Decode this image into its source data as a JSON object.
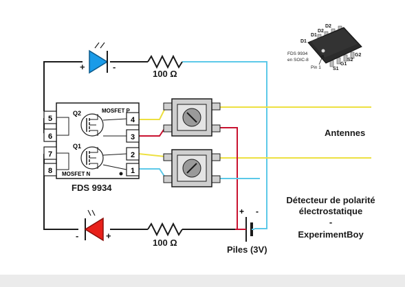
{
  "chip": {
    "name": "FDS 9934",
    "q2": "Q2",
    "q1": "Q1",
    "mosfet_p": "MOSFET P",
    "mosfet_n": "MOSFET N",
    "pins": [
      "1",
      "2",
      "3",
      "4",
      "5",
      "6",
      "7",
      "8"
    ]
  },
  "led_top": {
    "plus": "+",
    "minus": "-",
    "color": "#1a9be8"
  },
  "led_bottom": {
    "plus": "+",
    "minus": "-",
    "color": "#e8201a"
  },
  "resistor_top": "100 Ω",
  "resistor_bottom": "100 Ω",
  "battery": {
    "label": "Piles (3V)",
    "plus": "+",
    "minus": "-"
  },
  "antennas_label": "Antennes",
  "title": {
    "line1": "Détecteur de polarité",
    "line2": "électrostatique",
    "line3": "-",
    "line4": "ExperimentBoy"
  },
  "package": {
    "name_line1": "FDS 9934",
    "name_line2": "en SOIC-8",
    "pin1": "Pin 1",
    "top_pins": [
      "D2",
      "D2",
      "D1",
      "D1"
    ],
    "bottom_pins": [
      "G2",
      "S2",
      "G1",
      "S1"
    ]
  },
  "colors": {
    "wire_black": "#1a1a1a",
    "wire_cyan": "#5bc8e8",
    "wire_yellow": "#ede040",
    "wire_red": "#c8102e",
    "chip_fill": "#ffffff",
    "meter_fill": "#cfcfcf"
  }
}
